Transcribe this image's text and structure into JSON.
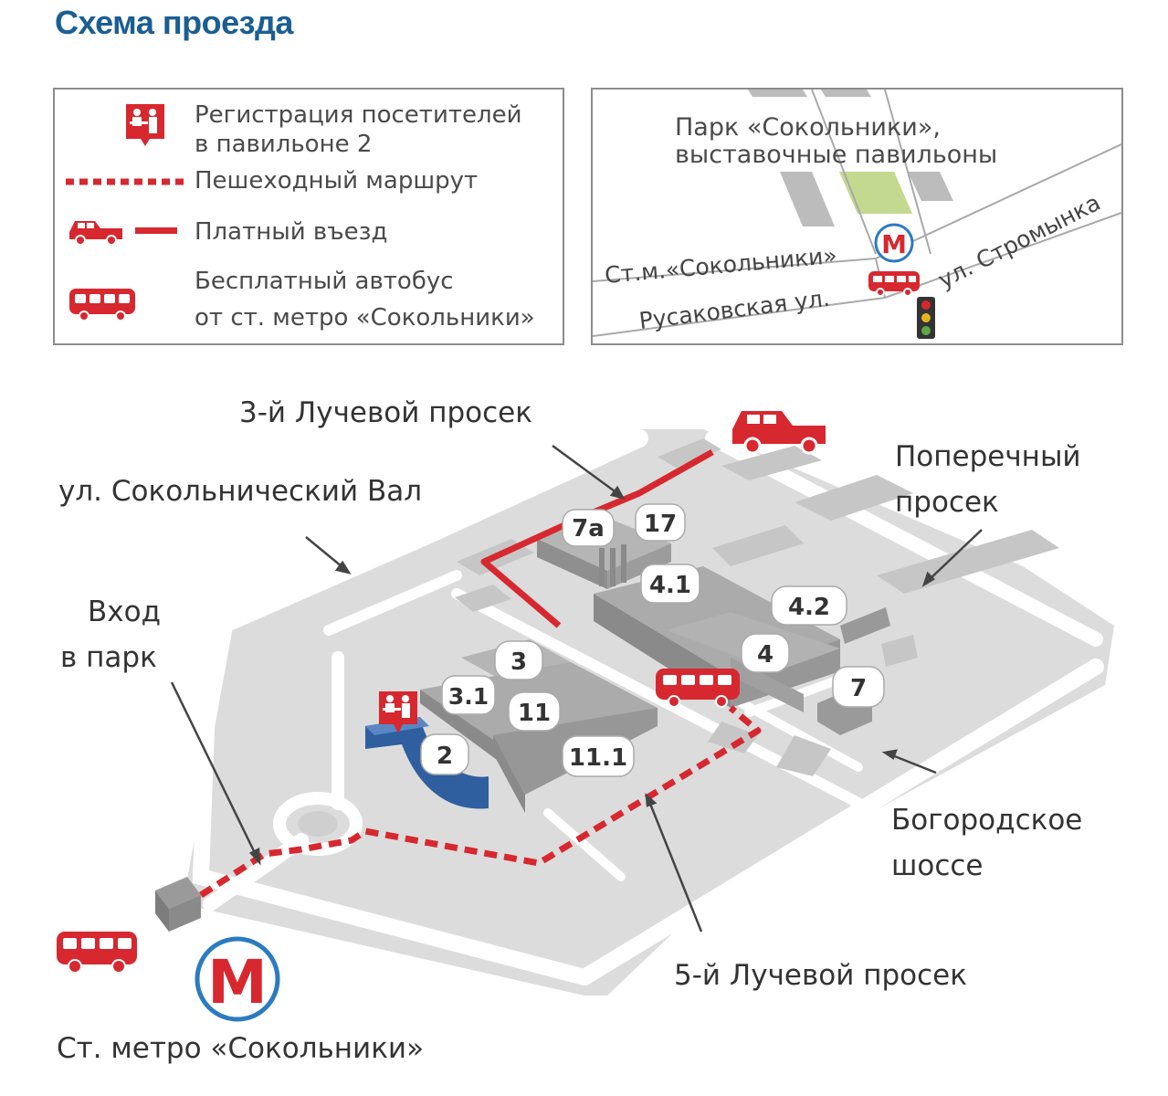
{
  "header": {
    "title": "Схема проезда"
  },
  "legend": {
    "registration": {
      "line1": "Регистрация посетителей",
      "line2": "в павильоне 2"
    },
    "walking": {
      "label": "Пешеходный маршрут"
    },
    "paid_entry": {
      "label": "Платный въезд"
    },
    "free_bus": {
      "line1": "Бесплатный автобус",
      "line2": "от ст. метро «Сокольники»"
    }
  },
  "inset": {
    "park_line1": "Парк «Сокольники»,",
    "park_line2": "выставочные павильоны",
    "metro_station": "Ст.м.«Сокольники»",
    "street_stromynka": "ул. Стромынка",
    "street_rusakovskaya": "Русаковская ул.",
    "metro_letter": "М"
  },
  "map": {
    "street_3rd_luchevoy": "3-й Лучевой просек",
    "street_sokolnichesky_val": "ул. Сокольнический Вал",
    "street_poperechny_line1": "Поперечный",
    "street_poperechny_line2": "просек",
    "park_entrance_line1": "Вход",
    "park_entrance_line2": "в парк",
    "street_bogorodskoe_line1": "Богородское",
    "street_bogorodskoe_line2": "шоссе",
    "street_5th_luchevoy": "5-й Лучевой просек",
    "metro_station": "Ст. метро «Сокольники»",
    "metro_letter": "М",
    "pavilions": {
      "p7a": "7а",
      "p17": "17",
      "p41": "4.1",
      "p42": "4.2",
      "p4": "4",
      "p7": "7",
      "p3": "3",
      "p31": "3.1",
      "p11": "11",
      "p2": "2",
      "p111": "11.1"
    }
  },
  "colors": {
    "title_blue": "#1b5e92",
    "route_red": "#d7282f",
    "metro_blue": "#2b7bc0",
    "park_green": "#c3d98f",
    "pavilion_blue": "#2f5f9f",
    "ground_gray": "#dcdcdc",
    "building_gray": "#a5a5a5"
  }
}
